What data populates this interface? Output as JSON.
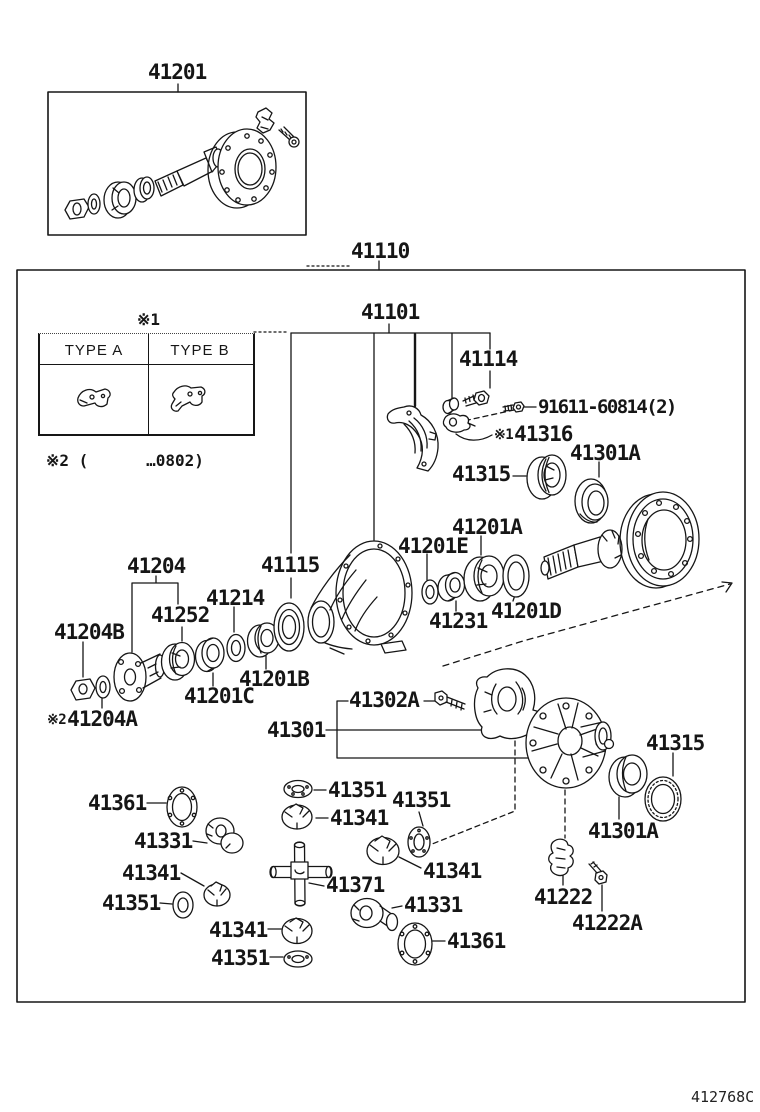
{
  "diagram": {
    "title_code": "412768C",
    "notes": {
      "note1": "※1",
      "note2": "※2 (      …0802)"
    },
    "type_table": {
      "col_a": "TYPE A",
      "col_b": "TYPE B"
    },
    "labels": {
      "l41201": "41201",
      "l41110": "41110",
      "l41101": "41101",
      "l41114": "41114",
      "l91611": "91611-60814(2)",
      "l41316_prefix": "※1",
      "l41316": "41316",
      "l41315_top": "41315",
      "l41301a_top": "41301A",
      "l41201a": "41201A",
      "l41201e": "41201E",
      "l41231": "41231",
      "l41201d": "41201D",
      "l41204": "41204",
      "l41252": "41252",
      "l41214": "41214",
      "l41115": "41115",
      "l41204b": "41204B",
      "l41204a_prefix": "※2",
      "l41204a": "41204A",
      "l41201c": "41201C",
      "l41201b": "41201B",
      "l41302a": "41302A",
      "l41301": "41301",
      "l41351_1": "41351",
      "l41341_1": "41341",
      "l41351_2": "41351",
      "l41361_1": "41361",
      "l41331_1": "41331",
      "l41341_2": "41341",
      "l41351_3": "41351",
      "l41371": "41371",
      "l41341_3": "41341",
      "l41341_4": "41341",
      "l41351_4": "41351",
      "l41331_2": "41331",
      "l41361_2": "41361",
      "l41222": "41222",
      "l41222a": "41222A",
      "l41315_bot": "41315",
      "l41301a_bot": "41301A"
    }
  }
}
